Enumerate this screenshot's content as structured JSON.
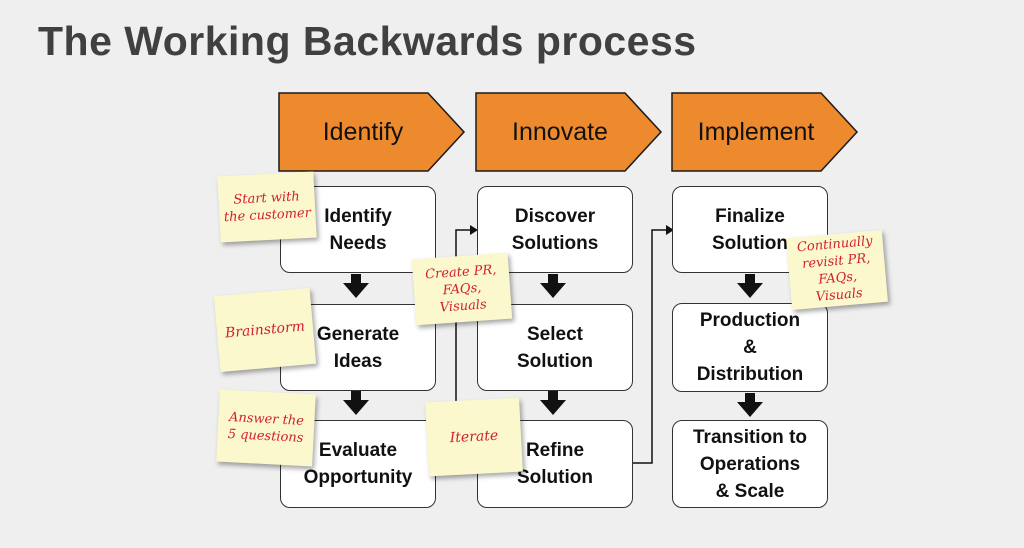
{
  "title": "The Working Backwards process",
  "phases": [
    {
      "label": "Identify"
    },
    {
      "label": "Innovate"
    },
    {
      "label": "Implement"
    }
  ],
  "steps": {
    "identify_needs": "Identify\nNeeds",
    "generate_ideas": "Generate\nIdeas",
    "evaluate_opportunity": "Evaluate\nOpportunity",
    "discover_solutions": "Discover\nSolutions",
    "select_solution": "Select\nSolution",
    "refine_solution": "Refine\nSolution",
    "finalize_solution": "Finalize\nSolution",
    "production_distribution": "Production\n&\nDistribution",
    "transition": "Transition to\nOperations\n& Scale"
  },
  "notes": {
    "start": "Start with\nthe customer",
    "brainstorm": "Brainstorm",
    "answer": "Answer the\n5 questions",
    "create_pr": "Create PR,\nFAQs, Visuals",
    "iterate": "Iterate",
    "revisit": "Continually\nrevisit PR,\nFAQs, Visuals"
  },
  "colors": {
    "phase_fill": "#ee8a2e",
    "note_fill": "#fbf8cd",
    "note_text": "#d11f2e",
    "title": "#404040"
  }
}
